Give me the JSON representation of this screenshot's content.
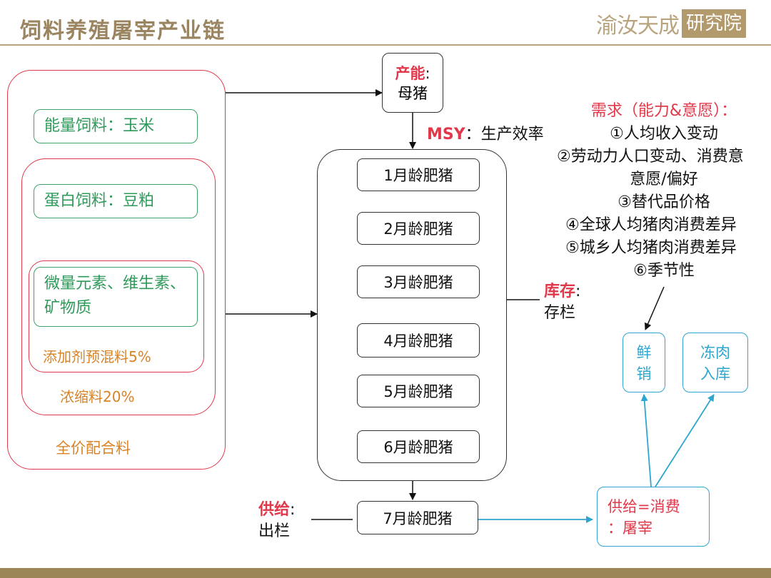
{
  "header": {
    "title": "饲料养殖屠宰产业链",
    "logo_text": "渝汝天成",
    "logo_seal": "研究院"
  },
  "feed": {
    "energy": "能量饲料：玉米",
    "protein": "蛋白饲料：豆粕",
    "micro": "微量元素、维生素、矿物质",
    "premix": "添加剂预混料5%",
    "concentrate": "浓缩料20%",
    "complete": "全价配合料"
  },
  "capacity": {
    "label": "产能",
    "colon": ":",
    "value": "母猪"
  },
  "msy": {
    "label": "MSY",
    "rest": "：生产效率"
  },
  "pigs": [
    "1月龄肥猪",
    "2月龄肥猪",
    "3月龄肥猪",
    "4月龄肥猪",
    "5月龄肥猪",
    "6月龄肥猪"
  ],
  "final_pig": "7月龄肥猪",
  "inventory": {
    "label": "库存",
    "colon": ":",
    "value": "存栏"
  },
  "supply": {
    "label": "供给",
    "colon": ":",
    "value": "出栏"
  },
  "demand": {
    "title": "需求（能力&意愿）：",
    "items": [
      "①人均收入变动",
      "②劳动力人口变动、消费意",
      "意愿/偏好",
      "③替代品价格",
      "④全球人均猪肉消费差异",
      "⑤城乡人均猪肉消费差异",
      "⑥季节性"
    ]
  },
  "outlets": {
    "fresh_1": "鲜",
    "fresh_2": "销",
    "frozen_1": "冻肉",
    "frozen_2": "入库"
  },
  "balance": {
    "line1": "供给=消费",
    "line2": "：屠宰"
  },
  "colors": {
    "red": "#e0394b",
    "green": "#3fa36a",
    "orange": "#d78328",
    "blue": "#2ea6cf",
    "gold": "#b8a47e"
  }
}
